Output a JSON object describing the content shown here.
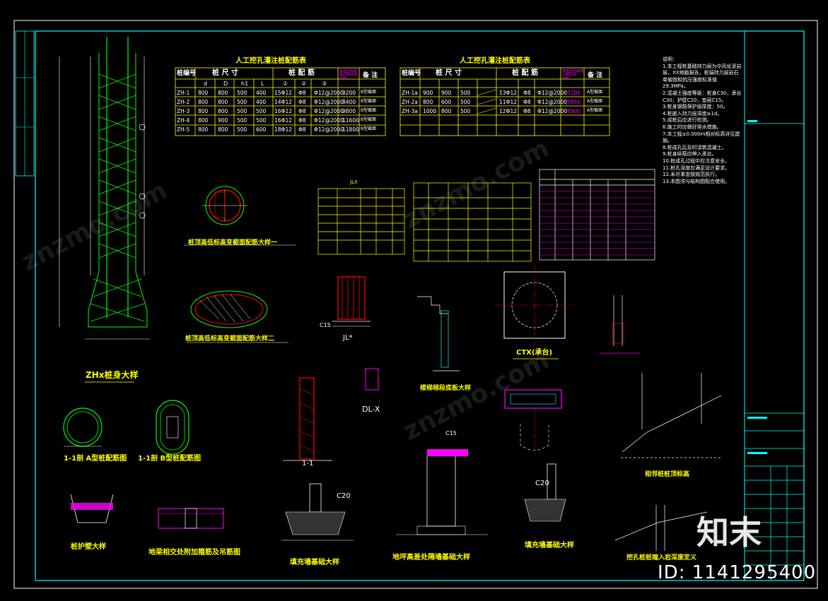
{
  "pile_table_left": {
    "title": "人工挖孔灌注桩配筋表",
    "headers": [
      "桩编号",
      "桩 尺 寸",
      "桩 配 筋",
      "单桩竖向承载力特征值(kN)",
      "备 注"
    ],
    "subheaders": [
      "d",
      "D",
      "h1",
      "L",
      "①",
      "②",
      "③"
    ],
    "rows": [
      [
        "ZH-1",
        "800",
        "800",
        "500",
        "400",
        "15Φ12",
        "Φ8",
        "Φ12@2000",
        "9200",
        "B型截面"
      ],
      [
        "ZH-2",
        "800",
        "800",
        "500",
        "400",
        "14Φ12",
        "Φ8",
        "Φ12@2000",
        "8400",
        "B型截面"
      ],
      [
        "ZH-3",
        "800",
        "800",
        "500",
        "500",
        "16Φ12",
        "Φ8",
        "Φ12@2000",
        "9800",
        "B型截面"
      ],
      [
        "ZH-4",
        "800",
        "900",
        "500",
        "500",
        "16Φ12",
        "Φ8",
        "Φ12@2000",
        "11600",
        "B型截面"
      ],
      [
        "ZH-5",
        "800",
        "800",
        "500",
        "600",
        "18Φ12",
        "Φ8",
        "Φ12@2000",
        "11800",
        "B型截面"
      ]
    ]
  },
  "pile_table_right": {
    "title": "人工挖孔灌注桩配筋表",
    "headers": [
      "桩编号",
      "桩 尺 寸",
      "桩 配 筋",
      "单桩竖向承载力特征值(kN)",
      "备 注"
    ],
    "rows": [
      [
        "ZH-1a",
        "900",
        "900",
        "500",
        "",
        "13Φ12",
        "Φ8",
        "Φ12@2000",
        "7200",
        "A型截面"
      ],
      [
        "ZH-2a",
        "800",
        "600",
        "500",
        "",
        "11Φ12",
        "Φ8",
        "Φ12@2000",
        "5650",
        "A型截面"
      ],
      [
        "ZH-3a",
        "1000",
        "800",
        "500",
        "",
        "12Φ12",
        "Φ8",
        "Φ12@2000",
        "8900",
        "A型截面"
      ]
    ]
  },
  "jlx_table": {
    "title": "JLX"
  },
  "labels": {
    "zh_pile": "ZHx桩身大样",
    "section_a": "1-1剖 A型桩配筋图",
    "section_b": "1-1剖 B型桩配筋图",
    "variable_section_1": "桩顶高低标高变截面配筋大样一",
    "variable_section_2": "桩顶高低标高变截面配筋大样二",
    "pile_wall": "桩护壁大样",
    "ground_beam": "地梁相交处附加箍筋及吊筋图",
    "infill_foundation_1": "填充墙基础大样",
    "ground_height_diff": "地坪高差处隔墙基础大样",
    "infill_foundation_2": "填充墙基础大样",
    "neighbor_pile": "相邻桩桩顶标高",
    "rock_definition": "挖孔桩桩端入岩深度定义",
    "cap": "CTX(承台)",
    "stair_base": "楼梯梯段底板大样",
    "dl_x": "DL-X",
    "jl_x": "JL*",
    "sec_1_1": "1-1",
    "c20": "C20",
    "c15": "C15"
  },
  "notes": {
    "heading": "说明：",
    "items": [
      "1.本工程桩基础持力层为中风化泥岩层，XX地勘报告，桩端持力层岩石单轴饱和抗压强度标准值29.3MPa。",
      "2.混凝土强度等级：桩身C30，承台C30，护壁C20，垫层C15。",
      "3.桩身钢筋保护层厚度：50。",
      "4.桩嵌入持力层深度≥1d。",
      "5.成桩后应进行检测。",
      "6.施工时应做好排水措施。",
      "7.本工程±0.000m相对标高详见建施。",
      "8.桩成孔后及时浇筑混凝土。",
      "9.桩身纵筋应伸入承台。",
      "10.桩成孔过程中应注意安全。",
      "11.桩孔深度应满足设计要求。",
      "12.未尽事宜按规范执行。",
      "13.本图须与结构图配合使用。"
    ]
  },
  "watermark": {
    "brand": "知末",
    "id": "ID: 1141295400"
  },
  "colors": {
    "background": "#000000",
    "frame": "#00ffff",
    "table": "#ffff00",
    "rebar": "#00ff00",
    "section": "#ff0000",
    "highlight": "#ff00ff",
    "text": "#ffffff"
  }
}
